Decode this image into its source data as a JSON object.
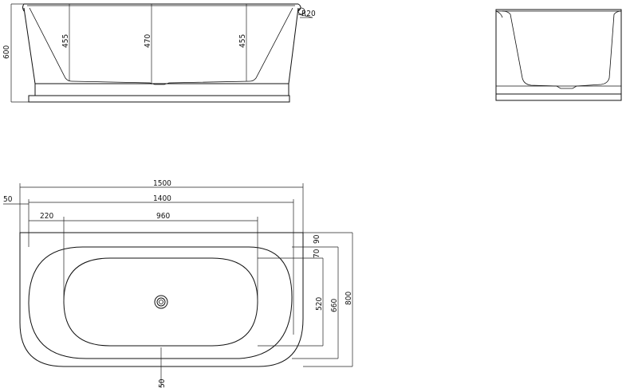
{
  "front_view": {
    "dimensions": {
      "overall_height": "600",
      "side_depth_left": "455",
      "center_depth": "470",
      "side_depth_right": "455",
      "rim_radius": "R20"
    }
  },
  "top_view": {
    "dimensions": {
      "overall_length": "1500",
      "inner_length": "1400",
      "edge_offset": "50",
      "end_offset": "220",
      "flat_bottom_length": "960",
      "rim_offset_a": "90",
      "rim_offset_b": "70",
      "flat_bottom_width": "520",
      "inner_width": "660",
      "overall_width": "800",
      "bottom_offset": "50"
    }
  }
}
